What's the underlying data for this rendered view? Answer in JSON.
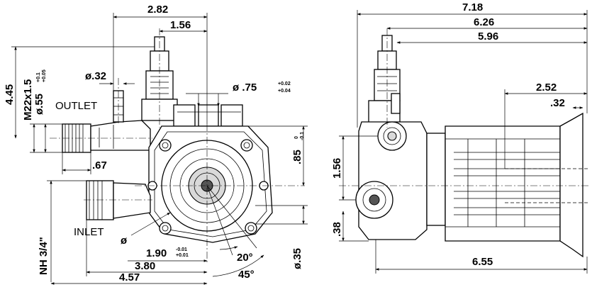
{
  "left_view": {
    "dimensions": {
      "d_2_82": "2.82",
      "d_1_56_top": "1.56",
      "d_4_45": "4.45",
      "d_m22": "M22x1.5",
      "d_055": "ø.55",
      "d_055_tol_plus": "+0.1",
      "d_055_tol_minus": "+0.05",
      "d_032": "ø.32",
      "d_075": "ø  .75",
      "d_075_tol_plus": "+0.02",
      "d_075_tol_minus": "+0.04",
      "d_085": ".85",
      "d_085_tol_plus": "0",
      "d_085_tol_minus": "-0.1",
      "d_067": ".67",
      "d_phi": "ø",
      "d_190": "1.90",
      "d_190_tol_plus": "-0.01",
      "d_190_tol_minus": "+0.01",
      "d_380": "3.80",
      "d_457": "4.57",
      "d_035": "ø.35",
      "angle_20": "20°",
      "angle_45": "45°",
      "nh": "NH 3/4\""
    },
    "labels": {
      "outlet": "OUTLET",
      "inlet": "INLET"
    }
  },
  "right_view": {
    "dimensions": {
      "d_718": "7.18",
      "d_626": "6.26",
      "d_596": "5.96",
      "d_252": "2.52",
      "d_032": ".32",
      "d_156": "1.56",
      "d_038": ".38",
      "d_655": "6.55"
    }
  }
}
